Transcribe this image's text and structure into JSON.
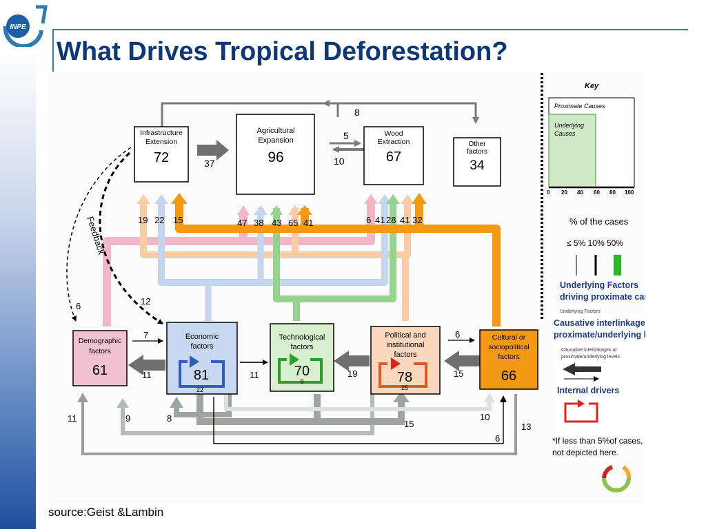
{
  "header": {
    "title": "What Drives Tropical Deforestation?",
    "logo_text": "INPE"
  },
  "footer": {
    "source": "source:Geist &Lambin"
  },
  "proximate": [
    {
      "key": "infra",
      "label1": "Infrastructure",
      "label2": "Extension",
      "value": "72"
    },
    {
      "key": "agri",
      "label1": "Agricultural",
      "label2": "Expansion",
      "value": "96"
    },
    {
      "key": "wood",
      "label1": "Wood",
      "label2": "Extraction",
      "value": "67"
    },
    {
      "key": "other",
      "label1": "Other",
      "label2": "factors",
      "value": "34"
    }
  ],
  "underlying": [
    {
      "key": "demo",
      "label1": "Demographic",
      "label2": "factors",
      "label3": "",
      "value": "61",
      "internal": ""
    },
    {
      "key": "econ",
      "label1": "Economic",
      "label2": "factors",
      "label3": "",
      "value": "81",
      "internal": "22"
    },
    {
      "key": "tech",
      "label1": "Technological",
      "label2": "factors",
      "label3": "",
      "value": "70",
      "internal": "8"
    },
    {
      "key": "poli",
      "label1": "Political and",
      "label2": "institutional",
      "label3": "factors",
      "value": "78",
      "internal": "25"
    },
    {
      "key": "cult",
      "label1": "Cultural or",
      "label2": "sociopolitical",
      "label3": "factors",
      "value": "66",
      "internal": ""
    }
  ],
  "proximate_flows": {
    "top": "8",
    "wood_to_agri_upper": "5",
    "wood_to_agri_lower": "10",
    "infra_to_agri": "37"
  },
  "upward_labels": {
    "infra": [
      "19",
      "22",
      "15"
    ],
    "agri": [
      "47",
      "38",
      "43",
      "65",
      "41"
    ],
    "wood": [
      "6",
      "41",
      "28",
      "41",
      "32"
    ]
  },
  "feedback": {
    "label": "Feedback",
    "to_demo": "6",
    "to_econ": "12"
  },
  "underlying_flows": {
    "econ_to_demo_upper": "7",
    "econ_to_demo_lower": "11",
    "econ_to_tech": "11",
    "poli_to_tech": "19",
    "cult_to_poli_upper": "6",
    "cult_to_poli_lower": "15"
  },
  "bottom_flows": {
    "a": "11",
    "b": "9",
    "c": "8",
    "d": "15",
    "e": "10",
    "f": "13",
    "g": "6"
  },
  "legend": {
    "key_title": "Key",
    "proximate": "Proximate Causes",
    "underlying_line1": "Underlying",
    "underlying_line2": "Causes",
    "ticks": [
      "0",
      "20",
      "40",
      "60",
      "80",
      "100"
    ],
    "pct_title": "% of the cases",
    "pct_labels": "≤ 5% 10%  50%",
    "uf_title1": "Underlying Factors",
    "uf_title2": "driving proximate causes",
    "uf_small": "Underlying Factors",
    "ci_title1": "Causative interlinkages at",
    "ci_title2": "proximate/underlying levels",
    "ci_small1": "Causative interlinkages at",
    "ci_small2": "proximate/underlying levels",
    "internal_title": "Internal drivers",
    "note1": "*If less than 5%of cases,",
    "note2": "not depicted here."
  },
  "colors": {
    "title": "#0d3878",
    "pink": "#f2b6c9",
    "blue": "#c4d6ee",
    "green": "#96d38f",
    "peach": "#f8cda6",
    "orange": "#f39a12",
    "grey": "#9ea5a1",
    "demo_fill": "#f3c2d2",
    "econ_fill": "#c8d8f1",
    "tech_fill": "#d8efce",
    "poli_fill": "#fbd7bd",
    "cult_fill": "#f39a12"
  }
}
